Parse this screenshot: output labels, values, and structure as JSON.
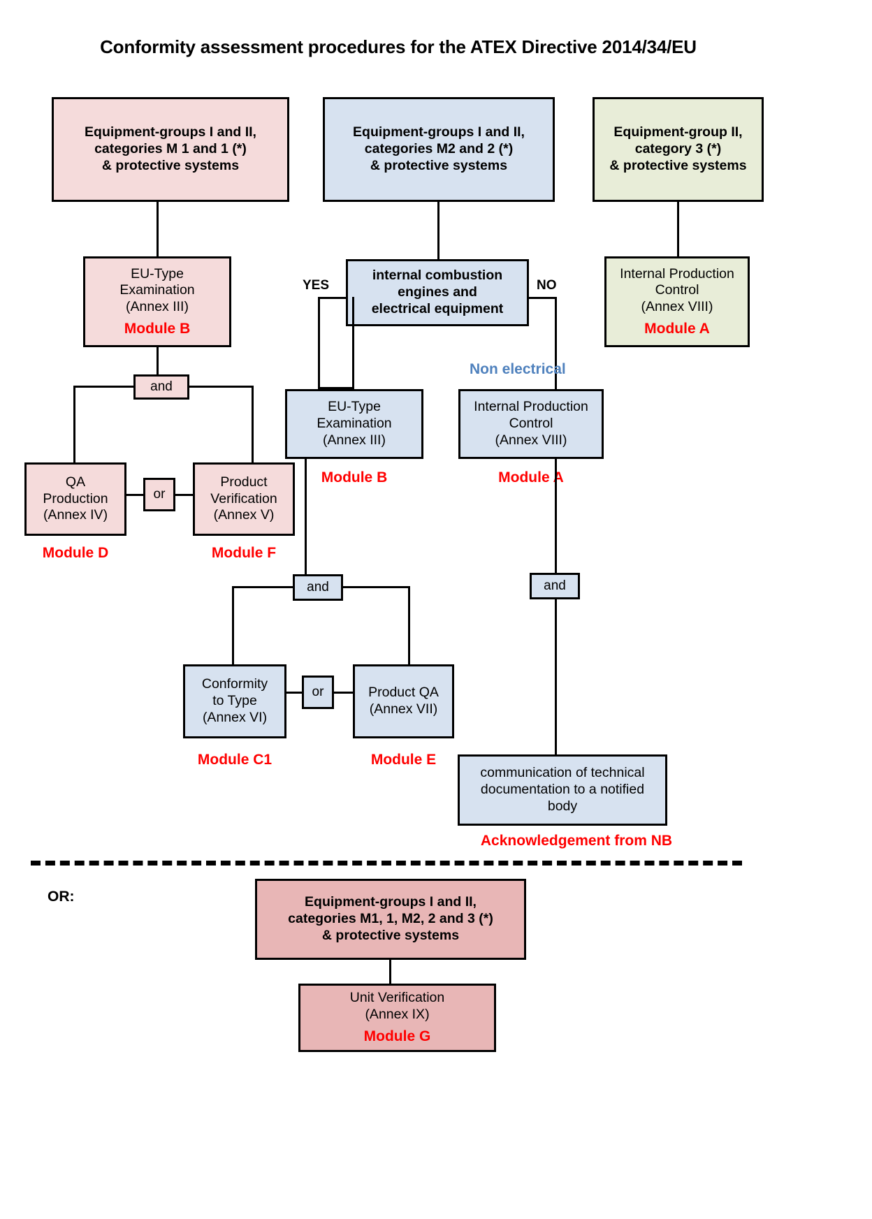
{
  "title": "Conformity assessment procedures for the ATEX Directive 2014/34/EU",
  "colors": {
    "pink_fill": "#f5dbdb",
    "pink_strong_fill": "#e8b6b6",
    "blue_fill": "#d7e2f0",
    "green_fill": "#e8edd8",
    "module_red": "#ff0000",
    "non_electrical_blue": "#4f81bd",
    "border": "#000000"
  },
  "branches": {
    "left": {
      "header": "Equipment-groups I and II,\ncategories M 1 and 1 (*)\n& protective systems",
      "header_lines": [
        "Equipment-groups I and II,",
        "categories M 1 and 1 (*)",
        "& protective systems"
      ],
      "type_exam": {
        "lines": [
          "EU-Type",
          "Examination",
          "(Annex III)"
        ],
        "module": "Module B"
      },
      "connector_and": "and",
      "connector_or": "or",
      "qa_production": {
        "lines": [
          "QA",
          "Production",
          "(Annex IV)"
        ],
        "module": "Module D"
      },
      "product_verification": {
        "lines": [
          "Product",
          "Verification",
          "(Annex V)"
        ],
        "module": "Module F"
      }
    },
    "middle": {
      "header_lines": [
        "Equipment-groups I and II,",
        "categories M2 and 2 (*)",
        "& protective systems"
      ],
      "decision": {
        "lines": [
          "internal combustion",
          "engines and",
          "electrical equipment"
        ],
        "yes_label": "YES",
        "no_label": "NO"
      },
      "type_exam": {
        "lines": [
          "EU-Type",
          "Examination",
          "(Annex III)"
        ],
        "module": "Module B"
      },
      "internal_production_control": {
        "lines": [
          "Internal Production",
          "Control",
          "(Annex VIII)"
        ],
        "module": "Module A",
        "side_label": "Non electrical"
      },
      "connector_and": "and",
      "connector_or": "or",
      "conformity_to_type": {
        "lines": [
          "Conformity",
          "to Type",
          "(Annex VI)"
        ],
        "module": "Module C1"
      },
      "product_qa": {
        "lines": [
          "Product QA",
          "(Annex VII)"
        ],
        "module": "Module E"
      },
      "communication": {
        "lines": [
          "communication of technical",
          "documentation to a notified",
          "body"
        ],
        "module": "Acknowledgement from NB"
      }
    },
    "right": {
      "header_lines": [
        "Equipment-group II,",
        "category 3 (*)",
        "& protective systems"
      ],
      "internal_production_control": {
        "lines": [
          "Internal Production",
          "Control",
          "(Annex VIII)"
        ],
        "module": "Module A"
      }
    }
  },
  "alternative": {
    "or_label": "OR:",
    "header_lines": [
      "Equipment-groups I and II,",
      "categories M1, 1, M2, 2 and 3 (*)",
      "& protective systems"
    ],
    "unit_verification": {
      "lines": [
        "Unit Verification",
        "(Annex IX)"
      ],
      "module": "Module G"
    }
  }
}
